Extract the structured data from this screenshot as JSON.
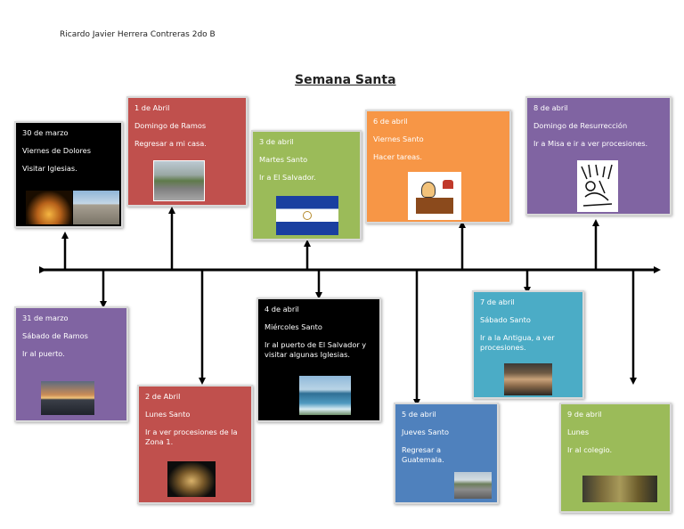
{
  "author": "Ricardo Javier Herrera Contreras 2do B",
  "title": "Semana Santa",
  "events": [
    {
      "date": "30 de marzo",
      "name": "Viernes de Dolores",
      "activity": "Visitar Iglesias.",
      "image": "church-photos"
    },
    {
      "date": "1 de Abril",
      "name": "Domingo de Ramos",
      "activity": "Regresar a mi casa.",
      "image": "highway-photo"
    },
    {
      "date": "3 de abril",
      "name": "Martes Santo",
      "activity": "Ir a El Salvador.",
      "image": "el-salvador-flag"
    },
    {
      "date": "6 de abril",
      "name": "Viernes Santo",
      "activity": "Hacer tareas.",
      "image": "cartoon-desk"
    },
    {
      "date": "8 de abril",
      "name": "Domingo de Resurrección",
      "activity": "Ir a Misa e ir a ver procesiones.",
      "image": "procession-drawing"
    },
    {
      "date": "31 de marzo",
      "name": "Sábado de Ramos",
      "activity": "Ir al puerto.",
      "image": "sunset-photo"
    },
    {
      "date": "2 de Abril",
      "name": "Lunes Santo",
      "activity": "Ir a ver procesiones de la Zona 1.",
      "image": "procession-photo"
    },
    {
      "date": "4 de abril",
      "name": "Miércoles Santo",
      "activity": "Ir al puerto de El Salvador y visitar algunas Iglesias.",
      "image": "coast-photo"
    },
    {
      "date": "5 de abril",
      "name": "Jueves Santo",
      "activity": "Regresar a Guatemala.",
      "image": "road-photo"
    },
    {
      "date": "7 de abril",
      "name": "Sábado Santo",
      "activity": "Ir a la Antigua, a ver procesiones.",
      "image": "antigua-photo"
    },
    {
      "date": "9 de abril",
      "name": "Lunes",
      "activity": "Ir al colegio.",
      "image": "school-sign-photo"
    }
  ]
}
